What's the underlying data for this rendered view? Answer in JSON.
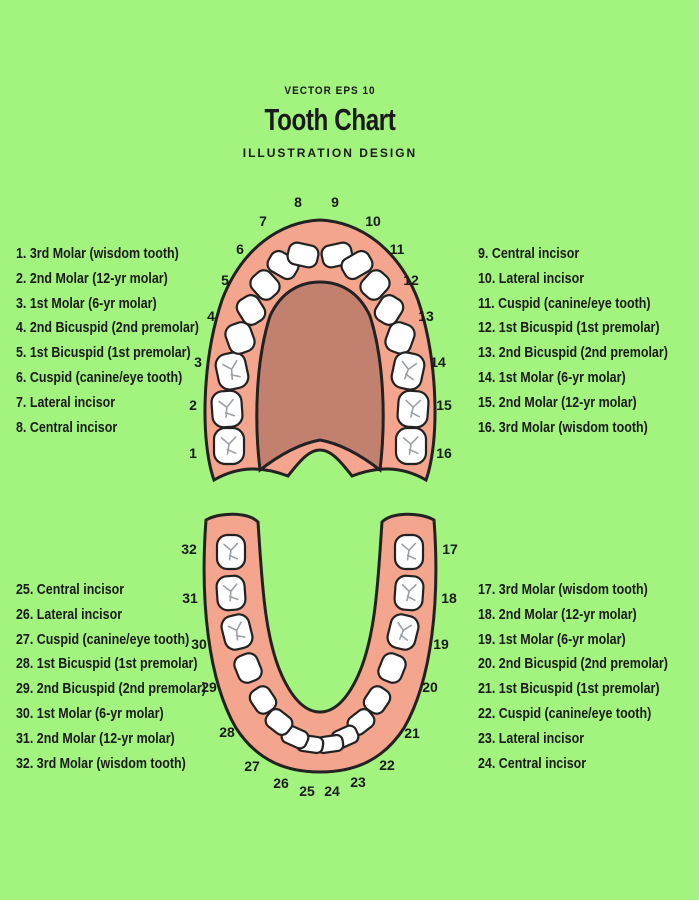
{
  "header": {
    "supertitle": "VECTOR EPS 10",
    "title": "Tooth Chart",
    "subtitle": "ILLUSTRATION DESIGN"
  },
  "colors": {
    "background": "#a3f37f",
    "gum": "#f4a58e",
    "palate": "#c2806e",
    "tooth": "#ffffff",
    "outline": "#222222"
  },
  "upper_left_list": [
    "1. 3rd Molar (wisdom tooth)",
    "2. 2nd Molar (12-yr molar)",
    "3. 1st Molar (6-yr molar)",
    "4. 2nd Bicuspid (2nd premolar)",
    "5. 1st Bicuspid (1st premolar)",
    "6. Cuspid (canine/eye tooth)",
    "7. Lateral incisor",
    "8. Central incisor"
  ],
  "upper_right_list": [
    "9. Central incisor",
    "10. Lateral incisor",
    "11. Cuspid (canine/eye tooth)",
    "12. 1st Bicuspid (1st premolar)",
    "13. 2nd Bicuspid (2nd premolar)",
    "14. 1st Molar (6-yr molar)",
    "15. 2nd Molar (12-yr molar)",
    "16. 3rd Molar (wisdom tooth)"
  ],
  "lower_left_list": [
    "25. Central incisor",
    "26. Lateral incisor",
    "27. Cuspid (canine/eye tooth)",
    "28. 1st Bicuspid (1st premolar)",
    "29. 2nd Bicuspid (2nd premolar)",
    "30. 1st Molar (6-yr molar)",
    "31. 2nd Molar (12-yr molar)",
    "32. 3rd Molar (wisdom tooth)"
  ],
  "lower_right_list": [
    "17. 3rd Molar (wisdom tooth)",
    "18. 2nd Molar (12-yr molar)",
    "19. 1st Molar (6-yr molar)",
    "20. 2nd Bicuspid (2nd premolar)",
    "21. 1st Bicuspid (1st premolar)",
    "22. Cuspid (canine/eye tooth)",
    "23. Lateral incisor",
    "24. Central incisor"
  ],
  "upper_numbers": [
    "1",
    "2",
    "3",
    "4",
    "5",
    "6",
    "7",
    "8",
    "9",
    "10",
    "11",
    "12",
    "13",
    "14",
    "15",
    "16"
  ],
  "lower_numbers": [
    "17",
    "18",
    "19",
    "20",
    "21",
    "22",
    "23",
    "24",
    "25",
    "26",
    "27",
    "28",
    "29",
    "30",
    "31",
    "32"
  ]
}
